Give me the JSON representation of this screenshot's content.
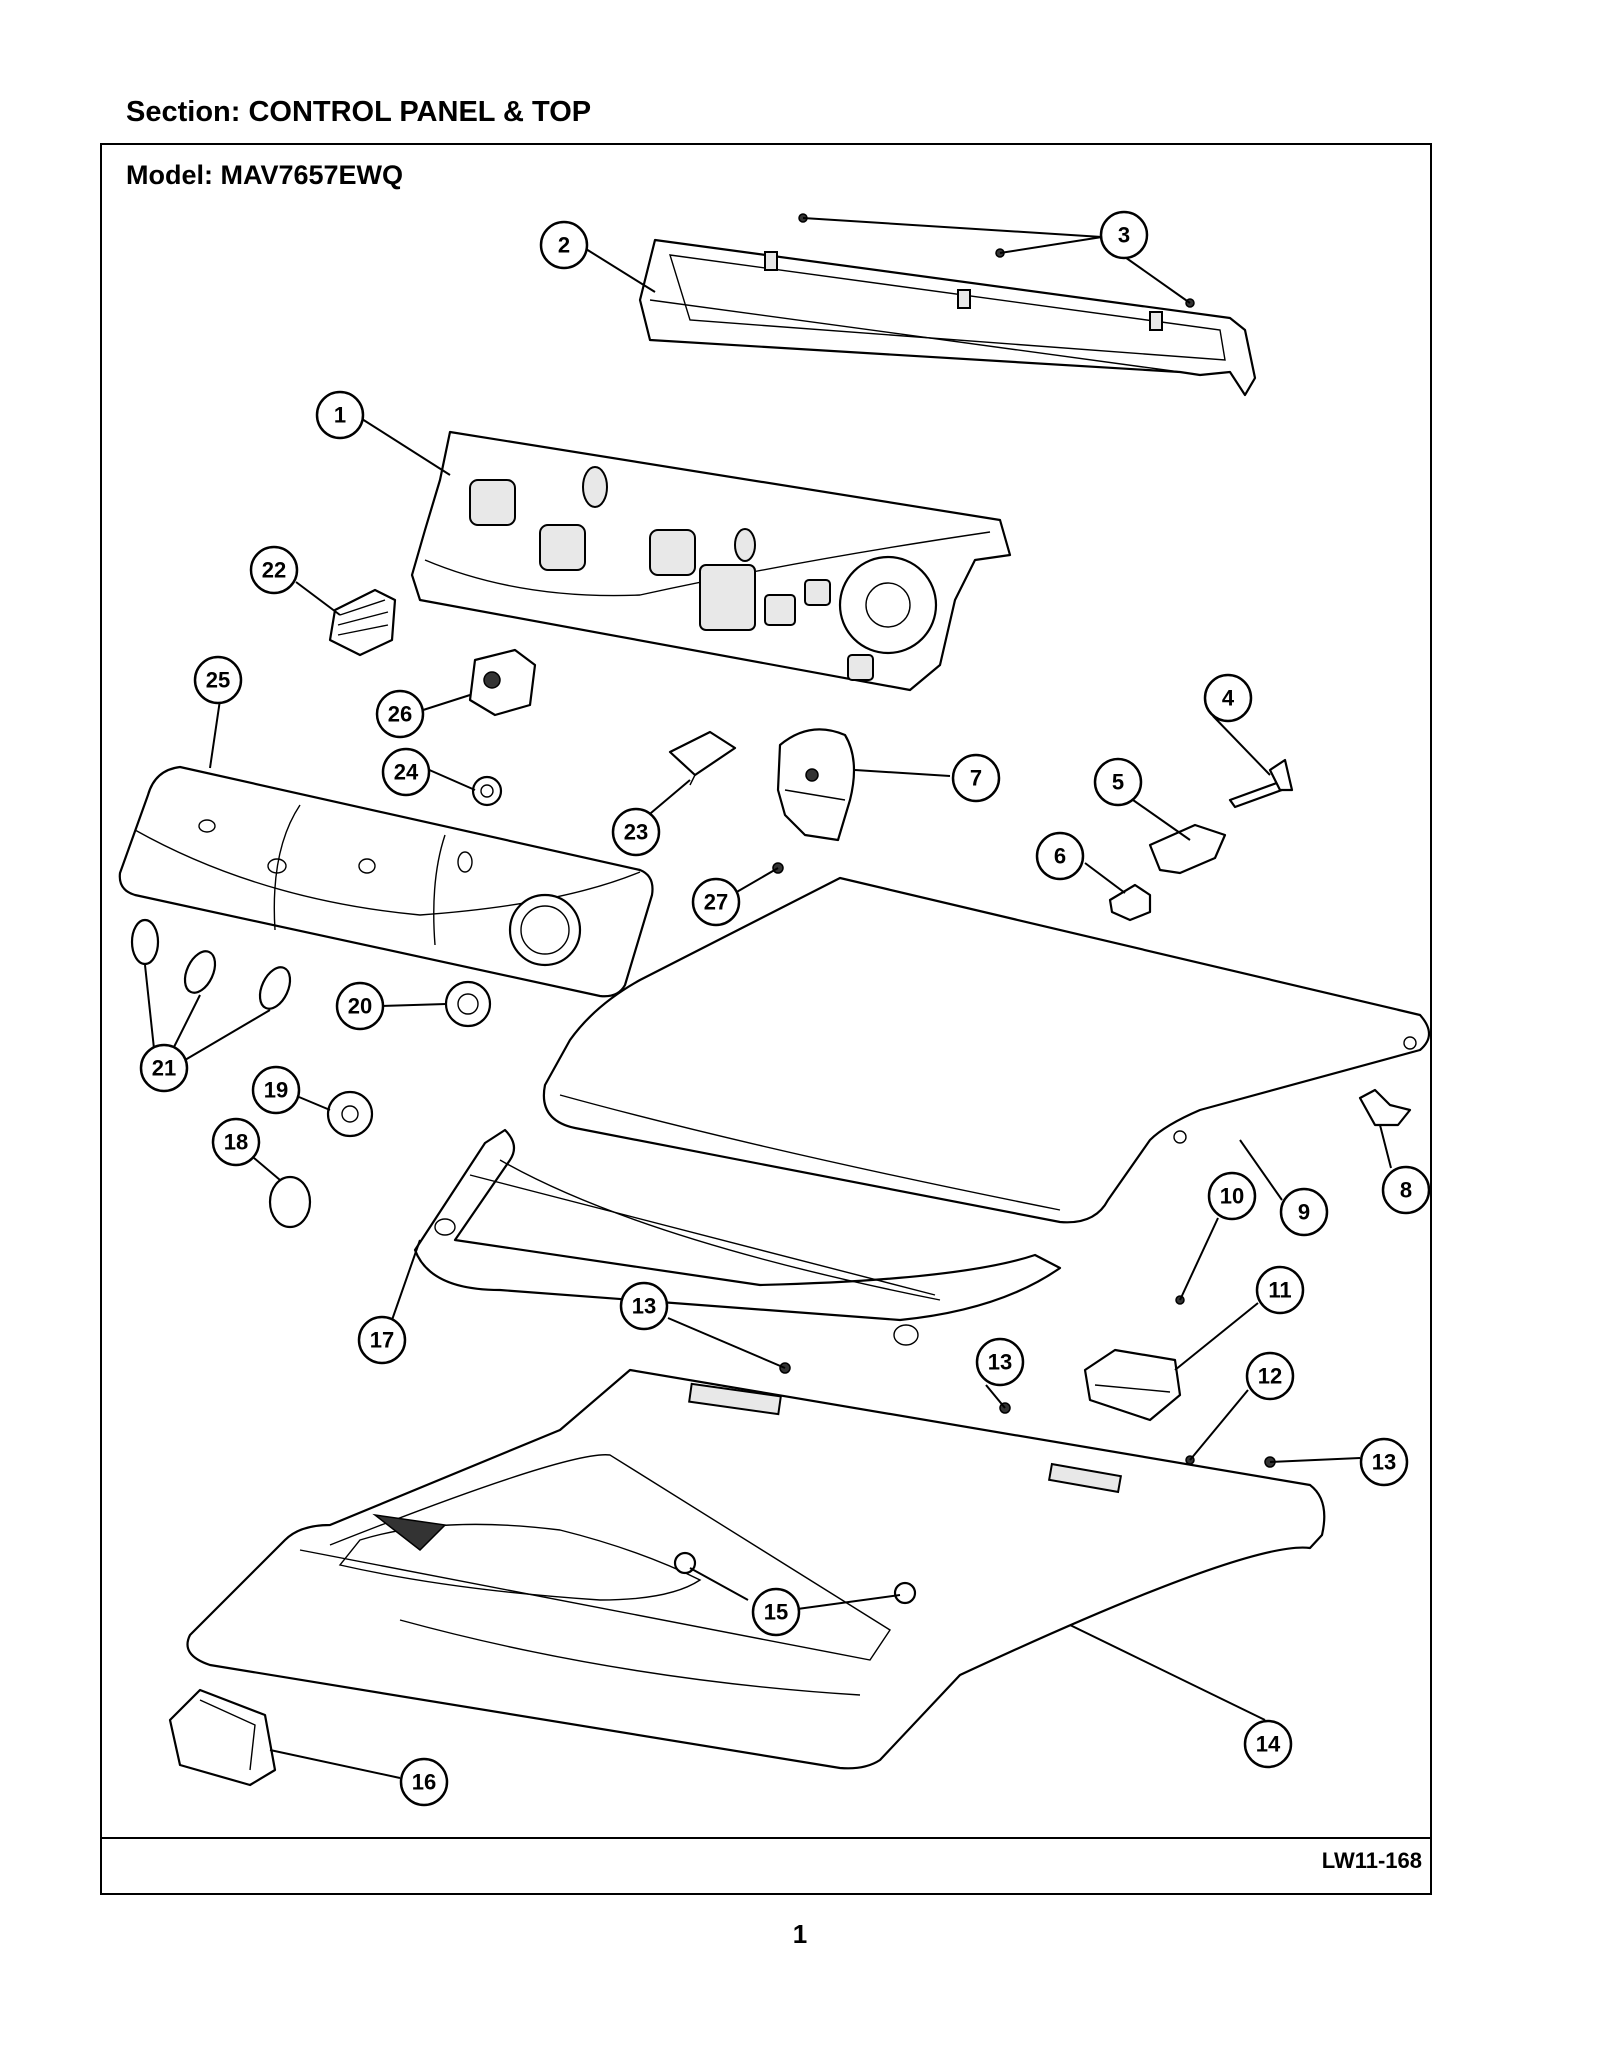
{
  "header": {
    "section": "Section:  CONTROL PANEL & TOP",
    "model": "Model:  MAV7657EWQ"
  },
  "footer": {
    "diagram_code": "LW11-168",
    "page_number": "1"
  },
  "callouts": [
    {
      "id": "c1",
      "label": "1"
    },
    {
      "id": "c2",
      "label": "2"
    },
    {
      "id": "c3",
      "label": "3"
    },
    {
      "id": "c4",
      "label": "4"
    },
    {
      "id": "c5",
      "label": "5"
    },
    {
      "id": "c6",
      "label": "6"
    },
    {
      "id": "c7",
      "label": "7"
    },
    {
      "id": "c8",
      "label": "8"
    },
    {
      "id": "c9",
      "label": "9"
    },
    {
      "id": "c10",
      "label": "10"
    },
    {
      "id": "c11",
      "label": "11"
    },
    {
      "id": "c12",
      "label": "12"
    },
    {
      "id": "c13a",
      "label": "13"
    },
    {
      "id": "c13b",
      "label": "13"
    },
    {
      "id": "c13c",
      "label": "13"
    },
    {
      "id": "c14",
      "label": "14"
    },
    {
      "id": "c15",
      "label": "15"
    },
    {
      "id": "c16",
      "label": "16"
    },
    {
      "id": "c17",
      "label": "17"
    },
    {
      "id": "c18",
      "label": "18"
    },
    {
      "id": "c19",
      "label": "19"
    },
    {
      "id": "c20",
      "label": "20"
    },
    {
      "id": "c21",
      "label": "21"
    },
    {
      "id": "c22",
      "label": "22"
    },
    {
      "id": "c23",
      "label": "23"
    },
    {
      "id": "c24",
      "label": "24"
    },
    {
      "id": "c25",
      "label": "25"
    },
    {
      "id": "c26",
      "label": "26"
    },
    {
      "id": "c27",
      "label": "27"
    }
  ]
}
